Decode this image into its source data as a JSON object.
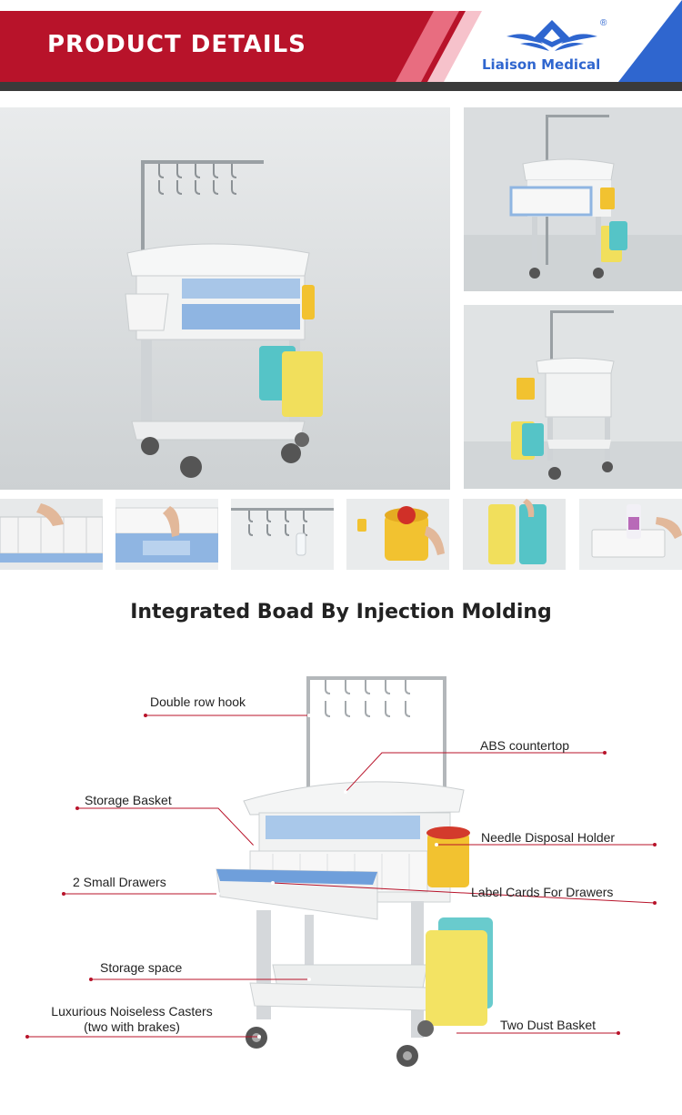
{
  "header": {
    "title": "PRODUCT DETAILS",
    "brand_name": "Liaison Medical",
    "registered_mark": "®",
    "colors": {
      "red": "#b8132a",
      "blue": "#2f66cf",
      "dark": "#3a3a3a"
    }
  },
  "section": {
    "title": "Integrated Boad By Injection Molding"
  },
  "callouts": {
    "double_row_hook": "Double row hook",
    "abs_countertop": "ABS countertop",
    "storage_basket": "Storage Basket",
    "needle_disposal_holder": "Needle Disposal Holder",
    "small_drawers": "2 Small Drawers",
    "label_cards": "Label Cards For Drawers",
    "storage_space": "Storage space",
    "casters_line1": "Luxurious Noiseless Casters",
    "casters_line2": "(two with brakes)",
    "two_dust_basket": "Two Dust Basket"
  }
}
